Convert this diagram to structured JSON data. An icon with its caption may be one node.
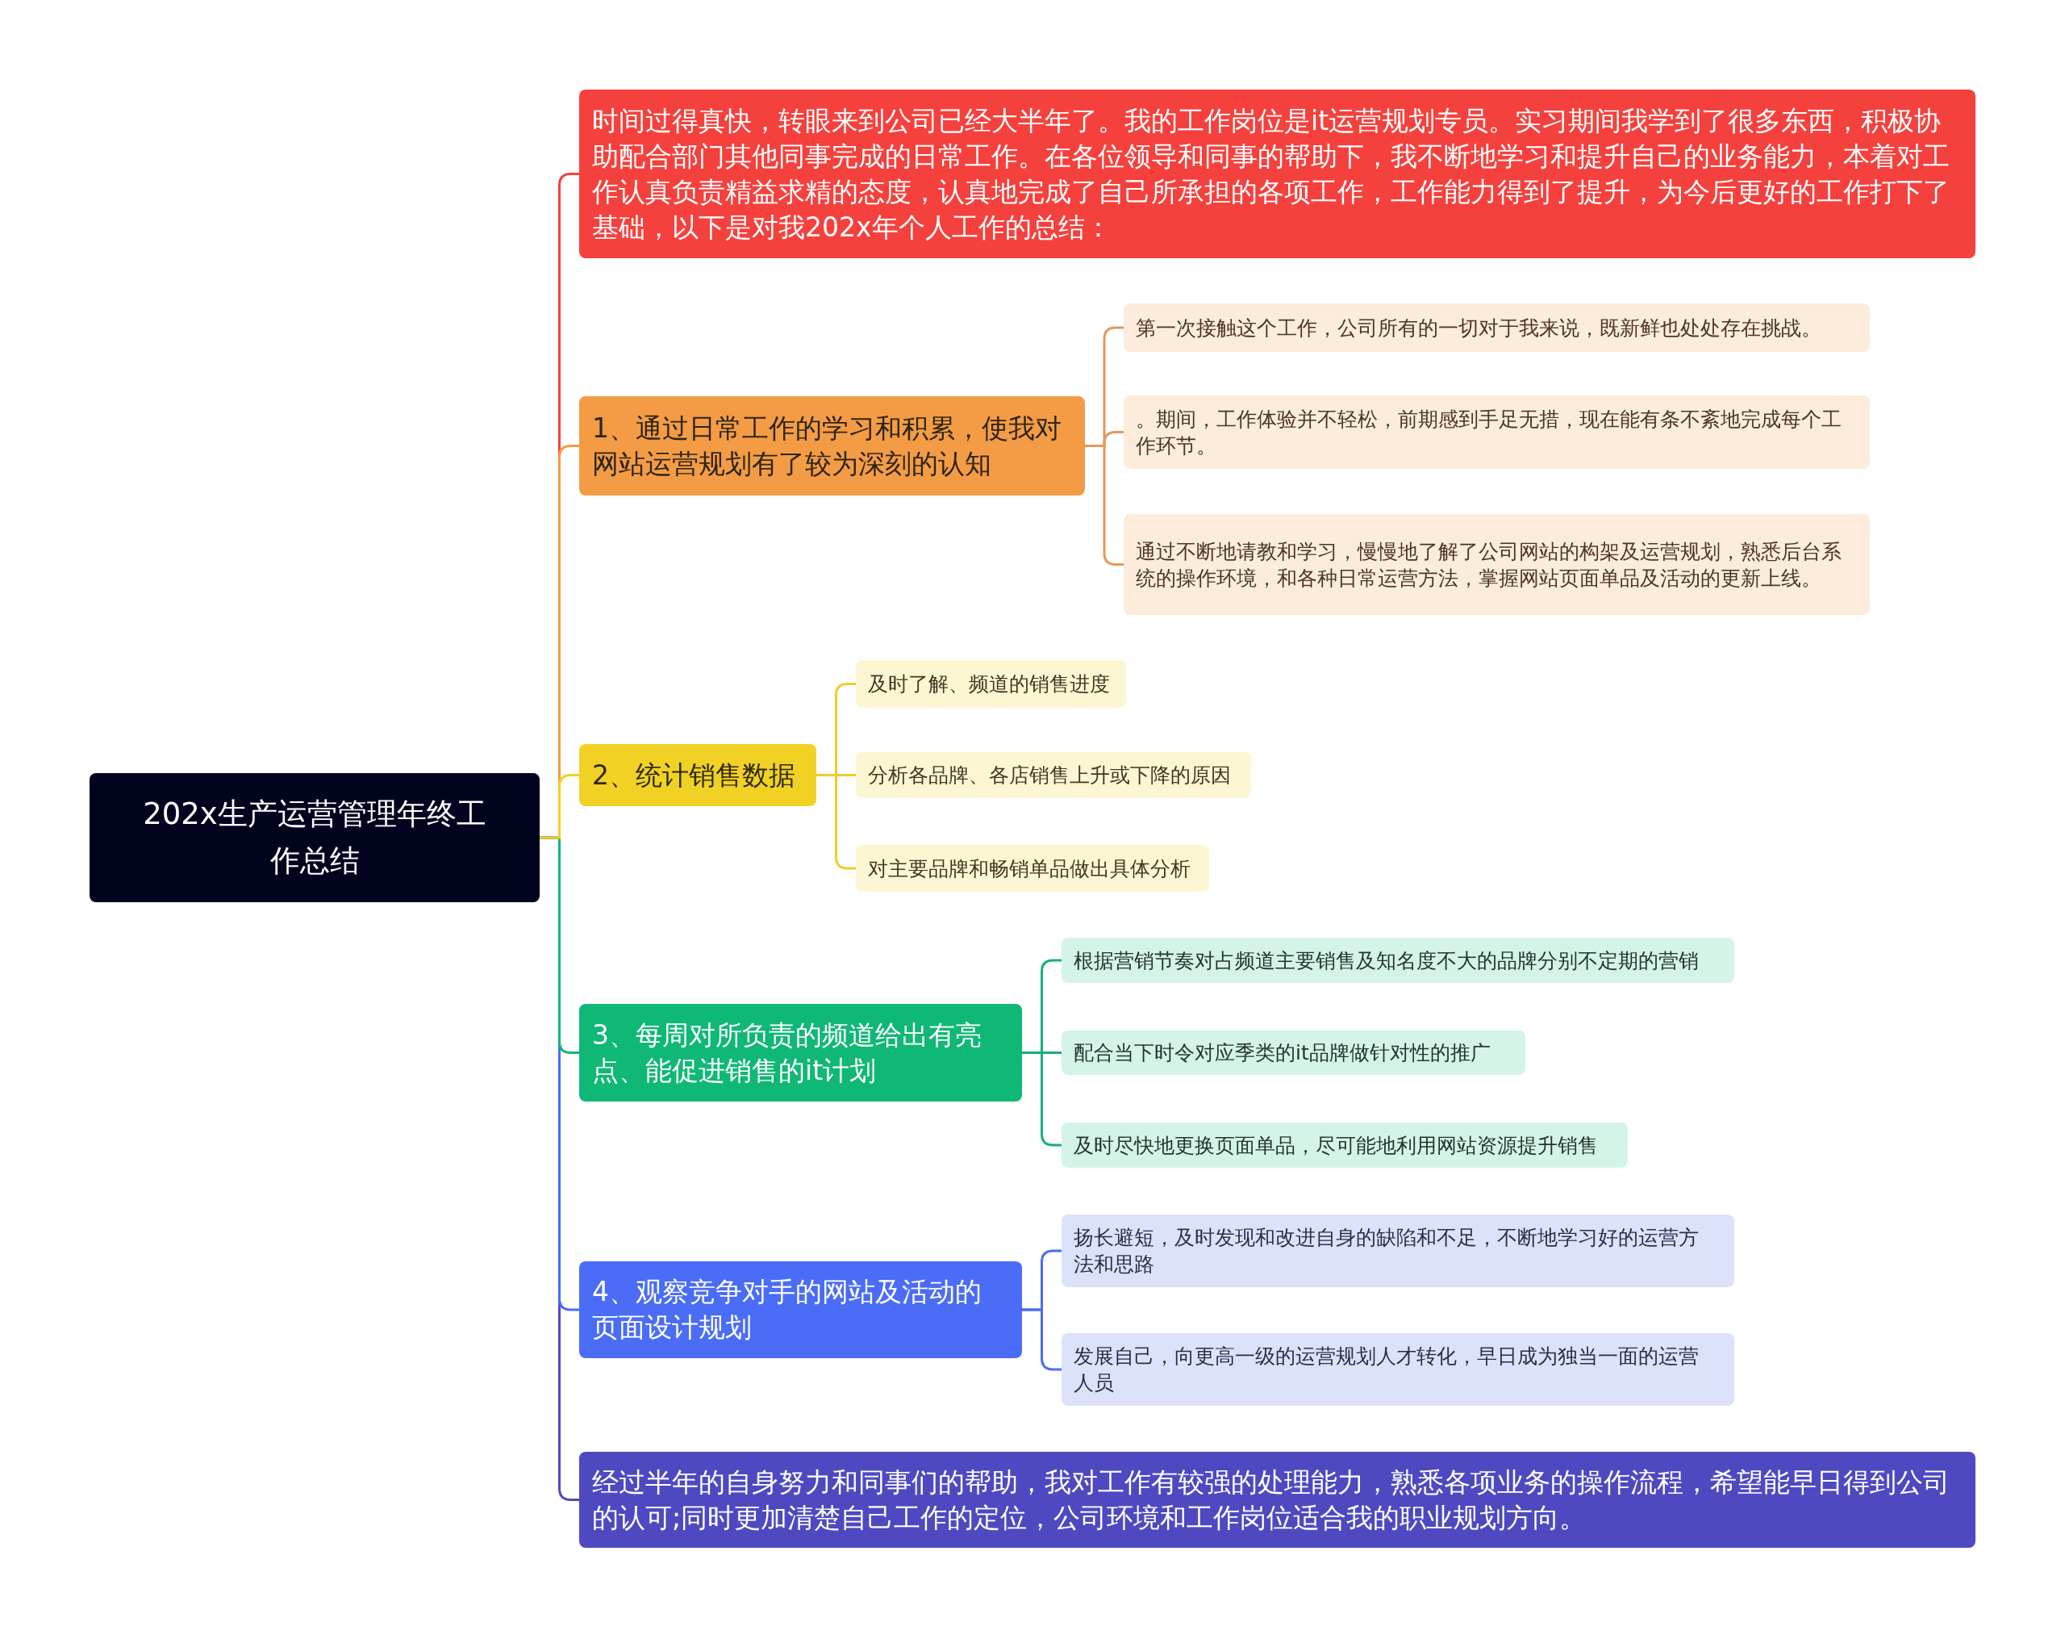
{
  "diagram": {
    "nodes": [
      {
        "text": [
          "202x生产运营管理年终工作总结"
        ]
      },
      {
        "text": [
          "时间过得真快，转眼来到公司已经大半年了。我的工作岗位是it运营规划专员。实习期间我学到了很多东西，积极协助配合部门其他同事完成的日常工作。在各位领导和同事的帮助下，我不断地学习和提升自己的业务能力，本着对工作认真负责精益求精的态度，认真地完成了自己所承担的各项工作，工作能力得到了提升，为今后更好的工作打下了基础，以下是对我202x年个人工作的总结："
        ]
      },
      {
        "text": [
          "1、通过日常工作的学习和积累，使我对网站运营规划有了较为深刻的认知"
        ]
      },
      {
        "text": [
          "第一次接触这个工作，公司所有的一切对于我来说，既新鲜也处处存在挑战。"
        ]
      },
      {
        "text": [
          "。期间，工作体验并不轻松，前期感到手足无措，现在能有条不紊地完成每个工作环节。"
        ]
      },
      {
        "text": [
          "通过不断地请教和学习，慢慢地了解了公司网站的构架及运营规划，熟悉后台系统的操作环境，和各种日常运营方法，掌握网站页面单品及活动的更新上线。"
        ]
      },
      {
        "text": [
          "2、统计销售数据"
        ]
      },
      {
        "text": [
          "及时了解、频道的销售进度"
        ]
      },
      {
        "text": [
          "分析各品牌、各店销售上升或下降的原因"
        ]
      },
      {
        "text": [
          "对主要品牌和畅销单品做出具体分析"
        ]
      },
      {
        "text": [
          "3、每周对所负责的频道给出有亮点、能促进销售的it计划"
        ]
      },
      {
        "text": [
          "根据营销节奏对占频道主要销售及知名度不大的品牌分别不定期的营销"
        ]
      },
      {
        "text": [
          "配合当下时令对应季类的it品牌做针对性的推广"
        ]
      },
      {
        "text": [
          "及时尽快地更换页面单品，尽可能地利用网站资源提升销售"
        ]
      },
      {
        "text": [
          "4、观察竞争对手的网站及活动的页面设计规划"
        ]
      },
      {
        "text": [
          "扬长避短，及时发现和改进自身的缺陷和不足，不断地学习好的运营方法和思路"
        ]
      },
      {
        "text": [
          "发展自己，向更高一级的运营规划人才转化，早日成为独当一面的运营人员"
        ]
      },
      {
        "text": [
          "经过半年的自身努力和同事们的帮助，我对工作有较强的处理能力，熟悉各项业务的操作流程，希望能早日得到公司的认可;同时更加清楚自己工作的定位，公司环境和工作岗位适合我的职业规划方向。"
        ]
      }
    ],
    "edges": [
      {
        "from": 0,
        "to": 1,
        "arrow": "none",
        "color": "#f5413d"
      },
      {
        "from": 0,
        "to": 2,
        "arrow": "none",
        "color": "#f39c45"
      },
      {
        "from": 0,
        "to": 6,
        "arrow": "none",
        "color": "#f2d125"
      },
      {
        "from": 0,
        "to": 10,
        "arrow": "none",
        "color": "#10b878"
      },
      {
        "from": 0,
        "to": 14,
        "arrow": "none",
        "color": "#4a6cf6"
      },
      {
        "from": 0,
        "to": 17,
        "arrow": "none",
        "color": "#4f49c1"
      },
      {
        "from": 2,
        "to": 3,
        "arrow": "none",
        "color": "#e4995a"
      },
      {
        "from": 2,
        "to": 4,
        "arrow": "none",
        "color": "#e4995a"
      },
      {
        "from": 2,
        "to": 5,
        "arrow": "none",
        "color": "#e4995a"
      },
      {
        "from": 6,
        "to": 7,
        "arrow": "none",
        "color": "#efcc2c"
      },
      {
        "from": 6,
        "to": 8,
        "arrow": "none",
        "color": "#efcc2c"
      },
      {
        "from": 6,
        "to": 9,
        "arrow": "none",
        "color": "#efcc2c"
      },
      {
        "from": 10,
        "to": 11,
        "arrow": "none",
        "color": "#13b27a"
      },
      {
        "from": 10,
        "to": 12,
        "arrow": "none",
        "color": "#13b27a"
      },
      {
        "from": 10,
        "to": 13,
        "arrow": "none",
        "color": "#13b27a"
      },
      {
        "from": 14,
        "to": 15,
        "arrow": "none",
        "color": "#4a6cf6"
      },
      {
        "from": 14,
        "to": 16,
        "arrow": "none",
        "color": "#4a6cf6"
      }
    ]
  }
}
